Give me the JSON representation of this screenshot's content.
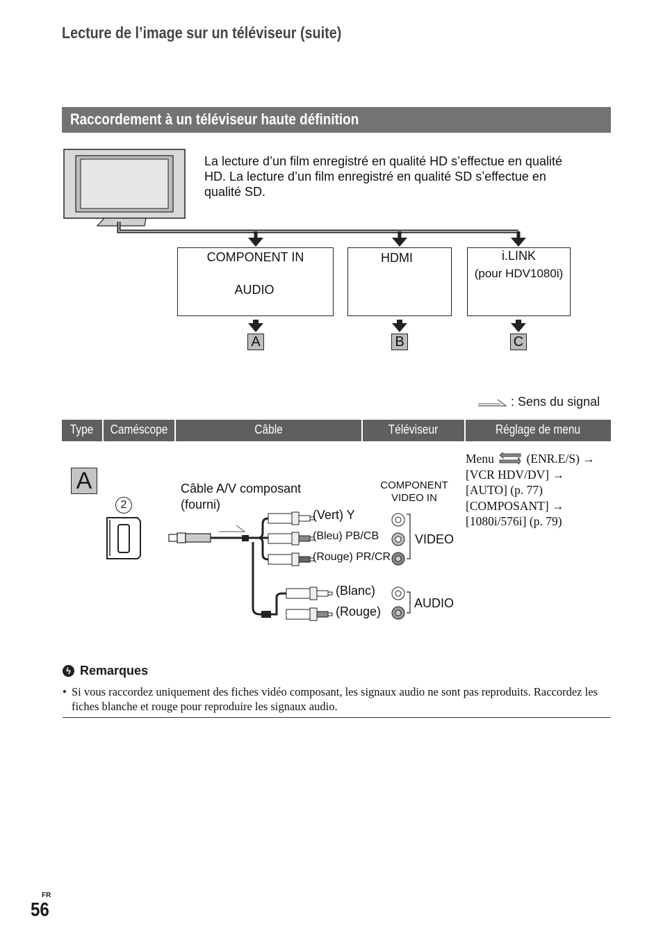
{
  "page": {
    "heading": "Lecture de l’image sur un téléviseur (suite)",
    "section_title": "Raccordement à un téléviseur haute définition",
    "intro_text": "La lecture d’un film enregistré en qualité HD s’effectue en qualité HD. La lecture d’un film enregistré en qualité SD s’effectue en qualité SD.",
    "language_code": "FR",
    "page_number": "56"
  },
  "ports": {
    "component": {
      "label": "COMPONENT IN",
      "audio_label": "AUDIO",
      "letter": "A"
    },
    "hdmi": {
      "label": "HDMI",
      "letter": "B"
    },
    "ilink": {
      "label": "i.LINK",
      "sublabel": "(pour HDV1080i)",
      "letter": "C"
    }
  },
  "signal_legend": ": Sens du signal",
  "table": {
    "headers": [
      "Type",
      "Caméscope",
      "Câble",
      "Téléviseur",
      "Réglage de menu"
    ],
    "row": {
      "type": "A",
      "camcorder_marker": "2",
      "cable_name_line1": "Câble A/V composant",
      "cable_name_line2": "(fourni)",
      "plugs": [
        "(Vert) Y",
        "(Bleu) PB/CB",
        "(Rouge) PR/CR",
        "(Blanc)",
        "(Rouge)"
      ],
      "tv_jack_title_line1": "COMPONENT",
      "tv_jack_title_line2": "VIDEO IN",
      "tv_video_label": "VIDEO",
      "tv_audio_label": "AUDIO",
      "menu_path": [
        "Menu",
        "(ENR.E/S) →",
        "[VCR HDV/DV] →",
        "[AUTO] (p. 77)",
        "[COMPOSANT] →",
        "[1080i/576i] (p. 79)"
      ]
    }
  },
  "notes": {
    "title": "Remarques",
    "items": [
      "Si vous raccordez uniquement des fiches vidéo composant, les signaux audio ne sont pas reproduits. Raccordez les fiches blanche et rouge pour reproduire les signaux audio."
    ]
  }
}
